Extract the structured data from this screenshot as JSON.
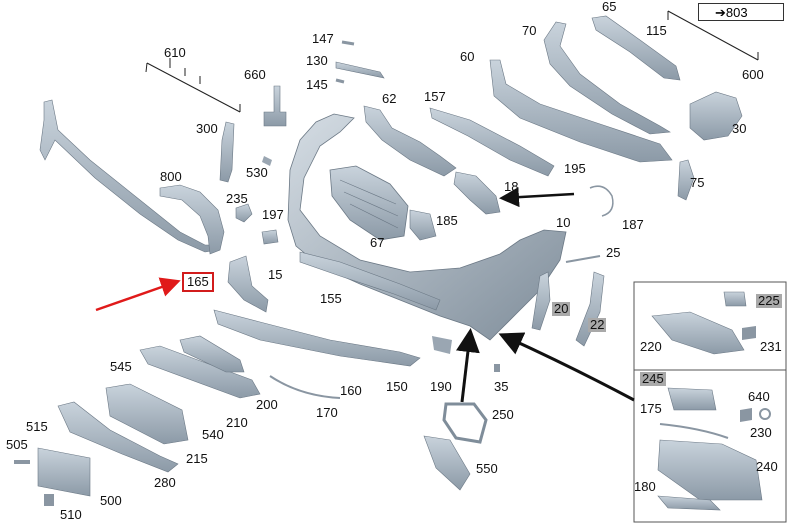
{
  "diagram": {
    "reference": "➔803",
    "labels": [
      {
        "id": "610",
        "text": "610"
      },
      {
        "id": "660",
        "text": "660"
      },
      {
        "id": "300",
        "text": "300"
      },
      {
        "id": "800",
        "text": "800"
      },
      {
        "id": "530",
        "text": "530"
      },
      {
        "id": "235",
        "text": "235"
      },
      {
        "id": "197",
        "text": "197"
      },
      {
        "id": "147",
        "text": "147"
      },
      {
        "id": "130",
        "text": "130"
      },
      {
        "id": "145",
        "text": "145"
      },
      {
        "id": "62",
        "text": "62"
      },
      {
        "id": "157",
        "text": "157"
      },
      {
        "id": "60",
        "text": "60"
      },
      {
        "id": "70",
        "text": "70"
      },
      {
        "id": "65",
        "text": "65"
      },
      {
        "id": "115",
        "text": "115"
      },
      {
        "id": "600",
        "text": "600"
      },
      {
        "id": "30",
        "text": "30"
      },
      {
        "id": "195",
        "text": "195"
      },
      {
        "id": "75",
        "text": "75"
      },
      {
        "id": "18",
        "text": "18"
      },
      {
        "id": "187",
        "text": "187"
      },
      {
        "id": "185",
        "text": "185"
      },
      {
        "id": "67",
        "text": "67"
      },
      {
        "id": "10",
        "text": "10"
      },
      {
        "id": "25",
        "text": "25"
      },
      {
        "id": "165",
        "text": "165"
      },
      {
        "id": "15",
        "text": "15"
      },
      {
        "id": "155",
        "text": "155"
      },
      {
        "id": "20",
        "text": "20"
      },
      {
        "id": "22",
        "text": "22"
      },
      {
        "id": "545",
        "text": "545"
      },
      {
        "id": "200",
        "text": "200"
      },
      {
        "id": "210",
        "text": "210"
      },
      {
        "id": "160",
        "text": "160"
      },
      {
        "id": "150",
        "text": "150"
      },
      {
        "id": "190",
        "text": "190"
      },
      {
        "id": "35",
        "text": "35"
      },
      {
        "id": "170",
        "text": "170"
      },
      {
        "id": "540",
        "text": "540"
      },
      {
        "id": "515",
        "text": "515"
      },
      {
        "id": "505",
        "text": "505"
      },
      {
        "id": "215",
        "text": "215"
      },
      {
        "id": "280",
        "text": "280"
      },
      {
        "id": "500",
        "text": "500"
      },
      {
        "id": "510",
        "text": "510"
      },
      {
        "id": "250",
        "text": "250"
      },
      {
        "id": "550",
        "text": "550"
      },
      {
        "id": "225",
        "text": "225"
      },
      {
        "id": "220",
        "text": "220"
      },
      {
        "id": "231",
        "text": "231"
      },
      {
        "id": "245",
        "text": "245"
      },
      {
        "id": "175",
        "text": "175"
      },
      {
        "id": "640",
        "text": "640"
      },
      {
        "id": "230",
        "text": "230"
      },
      {
        "id": "240",
        "text": "240"
      },
      {
        "id": "180",
        "text": "180"
      }
    ]
  }
}
